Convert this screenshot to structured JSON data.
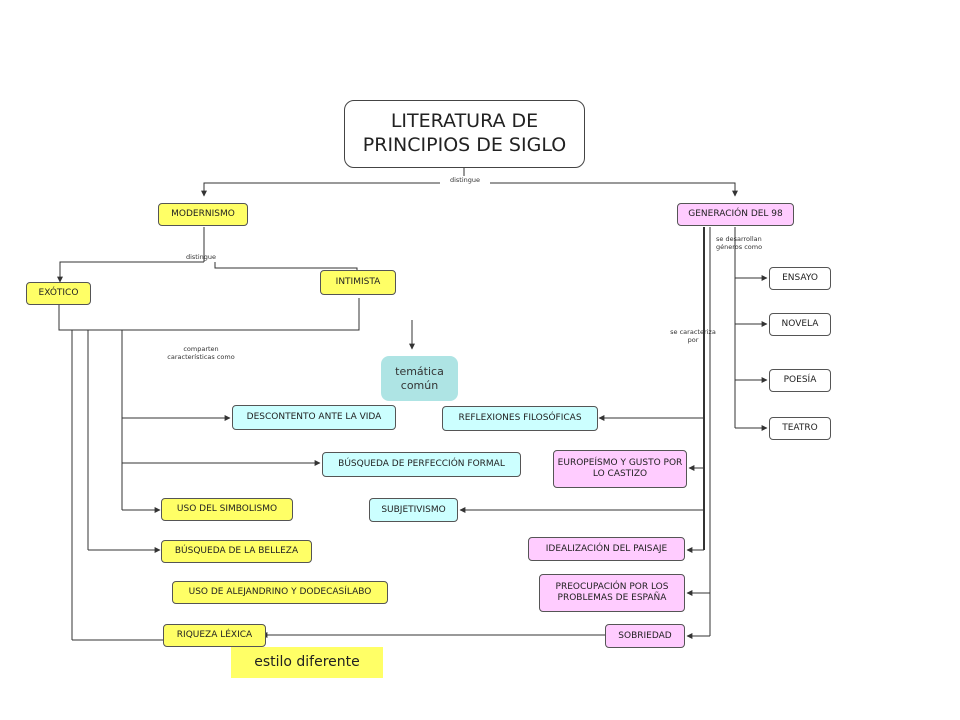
{
  "title": "LITERATURA DE PRINCIPIOS DE SIGLO",
  "links": {
    "distingue_top": "distingue",
    "distingue_mod": "distingue",
    "comparten": "comparten características como",
    "generos": "se desarrollan géneros como",
    "caracteriza": "se caracteriza por"
  },
  "modernismo": {
    "label": "MODERNISMO",
    "exotico": "EXÓTICO",
    "intimista": "INTIMISTA",
    "characteristics": {
      "descontento": "DESCONTENTO ANTE LA VIDA",
      "busqueda_perfeccion": "BÚSQUEDA DE PERFECCIÓN FORMAL",
      "simbolismo": "USO DEL SIMBOLISMO",
      "belleza": "BÚSQUEDA DE LA BELLEZA",
      "alejandrino": "USO DE ALEJANDRINO Y DODECASÍLABO",
      "riqueza": "RIQUEZA LÉXICA"
    }
  },
  "generacion98": {
    "label": "GENERACIÓN DEL 98",
    "genres": [
      "ENSAYO",
      "NOVELA",
      "POESÍA",
      "TEATRO"
    ],
    "characteristics": {
      "reflexiones": "REFLEXIONES FILOSÓFICAS",
      "europeismo": "EUROPEÍSMO Y GUSTO POR LO CASTIZO",
      "subjetivismo": "SUBJETIVISMO",
      "idealizacion": "IDEALIZACIÓN DEL PAISAJE",
      "preocupacion": "PREOCUPACIÓN POR LOS PROBLEMAS DE ESPAÑA",
      "sobriedad": "SOBRIEDAD"
    }
  },
  "tematica_comun": "temática común",
  "estilo_diferente": "estilo diferente"
}
